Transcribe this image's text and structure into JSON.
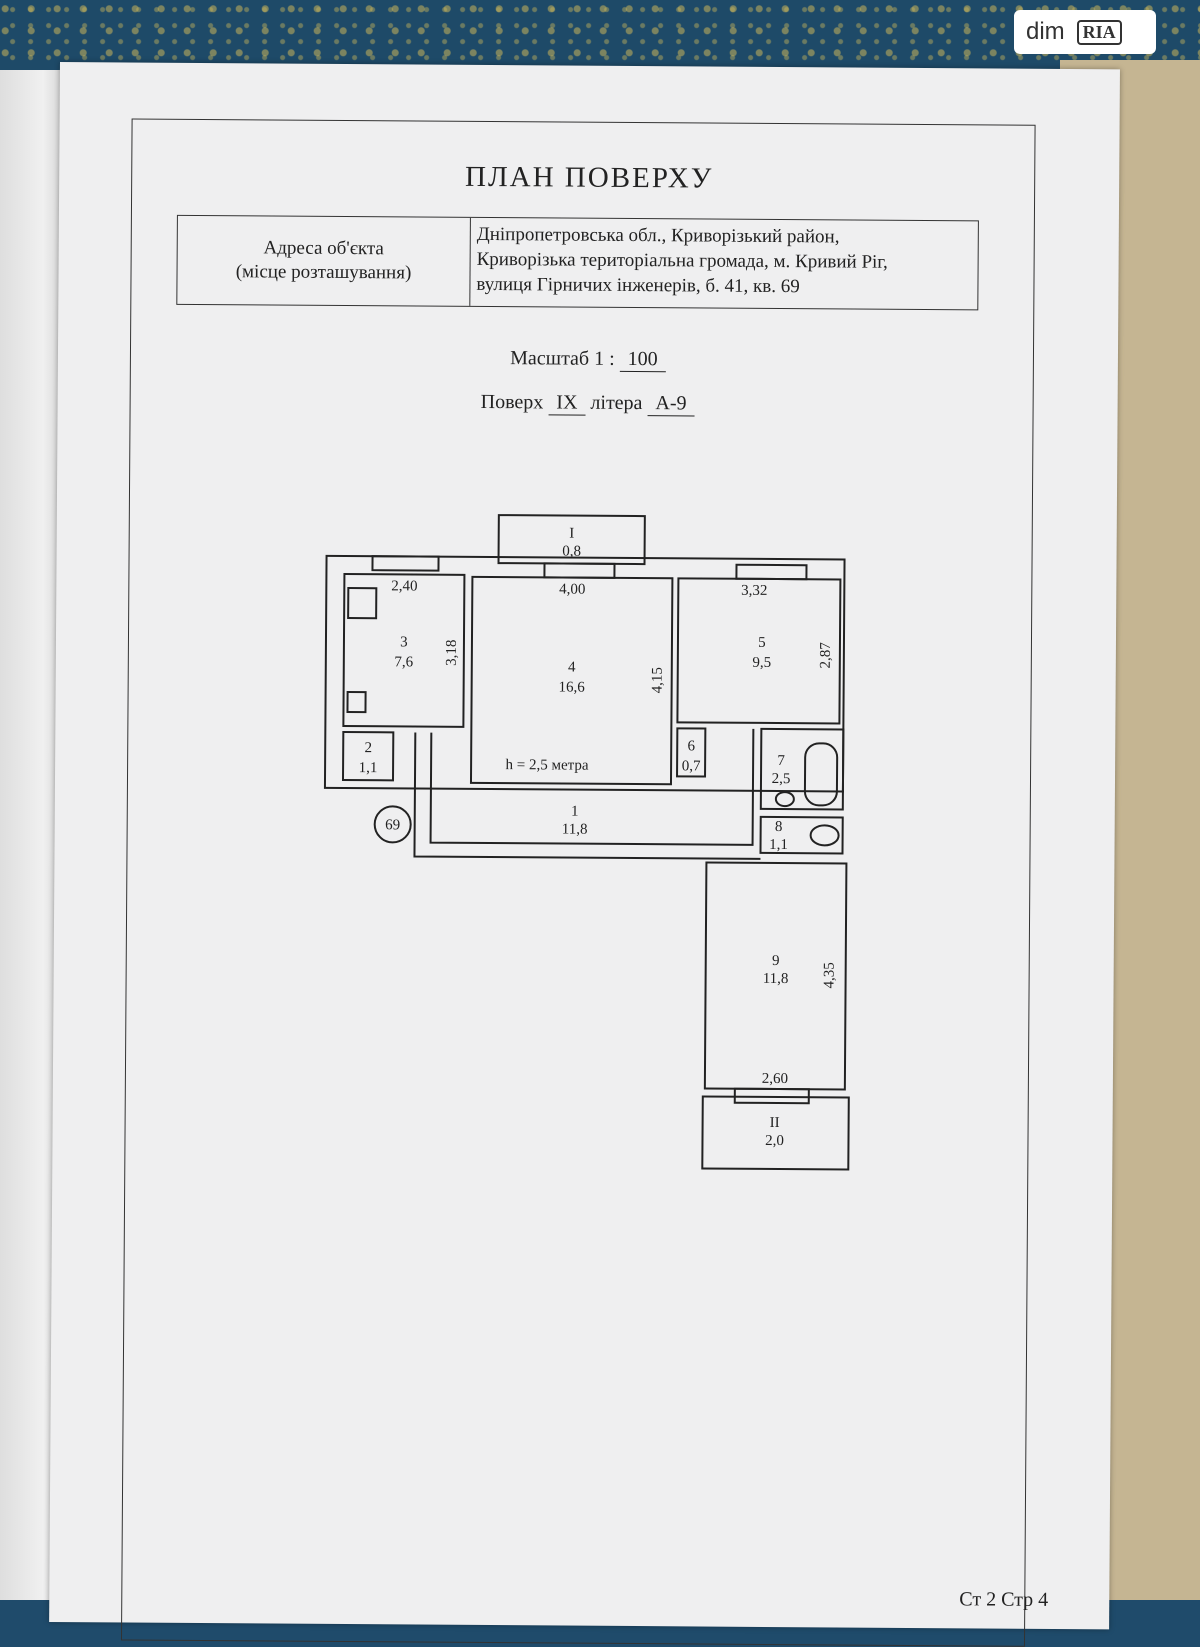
{
  "brand": {
    "dim": "dim",
    "ria": "RIA"
  },
  "document": {
    "title": "ПЛАН ПОВЕРХУ",
    "address_label_line1": "Адреса об'єкта",
    "address_label_line2": "(місце розташування)",
    "address_line1": "Дніпропетровська обл., Криворізький район,",
    "address_line2": "Криворізька територіальна громада, м. Кривий Ріг,",
    "address_line3": "вулиця Гірничих інженерів, б. 41, кв. 69",
    "scale_label": "Масштаб 1 :",
    "scale_value": "100",
    "floor_label": "Поверх",
    "floor_value": "IX",
    "letter_label": "літера",
    "letter_value": "А-9",
    "page_number": "Ст 2 Стр 4"
  },
  "plan": {
    "apartment_number": "69",
    "height_note": "h = 2,5 метра",
    "rooms": [
      {
        "id": "I",
        "area": "0,8"
      },
      {
        "id": "3",
        "area": "7,6"
      },
      {
        "id": "4",
        "area": "16,6"
      },
      {
        "id": "5",
        "area": "9,5"
      },
      {
        "id": "2",
        "area": "1,1"
      },
      {
        "id": "6",
        "area": "0,7"
      },
      {
        "id": "7",
        "area": "2,5"
      },
      {
        "id": "1",
        "area": "11,8"
      },
      {
        "id": "8",
        "area": "1,1"
      },
      {
        "id": "9",
        "area": "11,8"
      },
      {
        "id": "II",
        "area": "2,0"
      }
    ],
    "dimensions": {
      "kitchen_width": "2,40",
      "kitchen_depth": "3,18",
      "living_width": "4,00",
      "living_depth": "4,15",
      "bedroom_width": "3,32",
      "bedroom_depth": "2,87",
      "room9_depth": "4,35",
      "room9_width": "2,60"
    }
  }
}
